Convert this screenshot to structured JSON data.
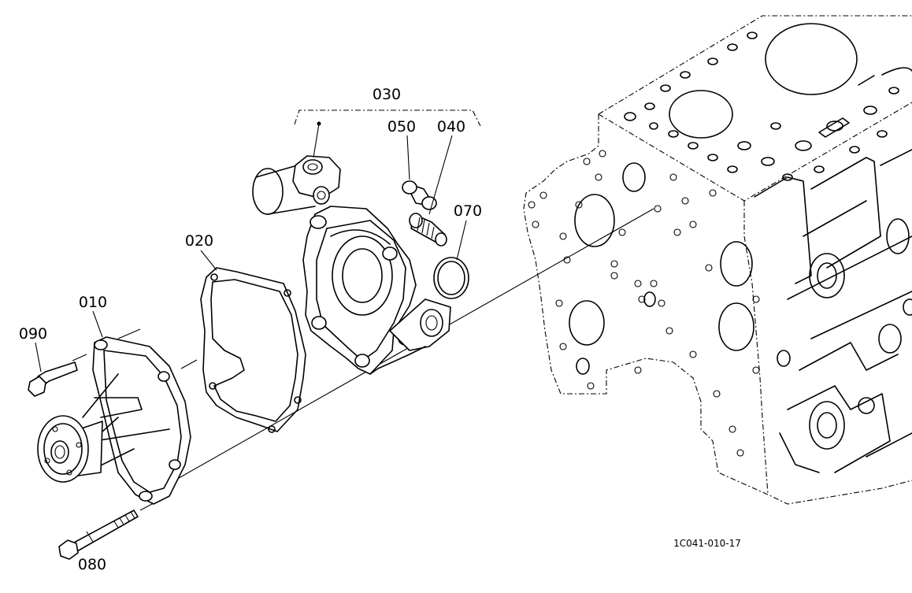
{
  "labels": {
    "p010": "010",
    "p020": "020",
    "p030": "030",
    "p040": "040",
    "p050": "050",
    "p070": "070",
    "p080": "080",
    "p090": "090"
  },
  "drawing_code": "1C041-010-17"
}
